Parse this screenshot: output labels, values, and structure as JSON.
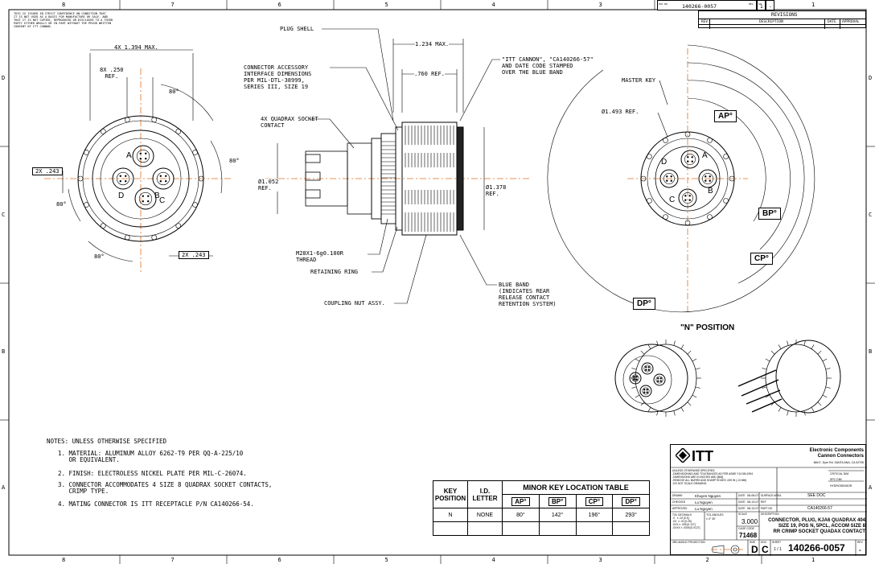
{
  "zones": {
    "top": [
      "8",
      "7",
      "6",
      "5",
      "4",
      "3",
      "2",
      "1"
    ],
    "side": [
      "D",
      "C",
      "B",
      "A"
    ]
  },
  "proprietary_notice": "THIS IS ISSUED IN STRICT CONFIDENCE ON CONDITION THAT\nIT IS NOT USED AS A BASIS FOR MANUFACTURE OR SALE, AND\nTHAT IT IS NOT COPIED, REPRODUCED OR DISCLOSED TO A THIRD\nPARTY EITHER WHOLLY OR IN PART WITHOUT THE PRIOR WRITTEN\nCONSENT OF ITT CANNON.",
  "top_block": {
    "doc_label": "DOC NO.",
    "doc_no": "140266-0057",
    "sh_label": "SH",
    "sh": "1",
    "rev_label": "REV",
    "rev": "-"
  },
  "revisions": {
    "title": "REVISIONS",
    "cols": [
      "REV",
      "DESCRIPTION",
      "DATE",
      "APPROVAL"
    ]
  },
  "front_view": {
    "dim_width": "4X 1.394 MAX.",
    "dim_250": "8X .250\nREF.",
    "angle_top": "80°",
    "angle_right": "80°",
    "angle_left": "80°",
    "angle_bottom": "80°",
    "dim_243_left": "2X .243",
    "dim_243_right": "2X .243",
    "contacts": [
      "A",
      "B",
      "C",
      "D"
    ]
  },
  "side_view": {
    "plug_shell": "PLUG SHELL",
    "accessory": "CONNECTOR ACCESSORY\nINTERFACE DIMENSIONS\nPER MIL-DTL-38999,\nSERIES III, SIZE 19",
    "socket_contact": "4X QUADRAX SOCKET\nCONTACT",
    "dim_1234": "1.234 MAX.",
    "dim_760": ".760 REF.",
    "stamp_note": "\"ITT CANNON\", \"CA140266-57\"\nAND DATE CODE STAMPED\nOVER THE BLUE BAND",
    "dia_1052": "Ø1.052\nREF.",
    "dia_1378": "Ø1.378\nREF.",
    "thread": "M28X1-6g0.100R\nTHREAD",
    "retaining_ring": "RETAINING RING",
    "coupling_nut": "COUPLING NUT ASSY.",
    "blue_band": "BLUE BAND\n(INDICATES REAR\nRELEASE CONTACT\nRETENTION SYSTEM)"
  },
  "polar_view": {
    "master_key": "MASTER KEY",
    "dia_1493": "Ø1.493 REF.",
    "ap": "AP°",
    "bp": "BP°",
    "cp": "CP°",
    "dp": "DP°",
    "contacts": [
      "A",
      "B",
      "C",
      "D"
    ],
    "position_title": "\"N\" POSITION"
  },
  "notes": {
    "header": "NOTES: UNLESS OTHERWISE SPECIFIED",
    "items": [
      "1. MATERIAL: ALUMINUM ALLOY 6262-T9 PER QQ-A-225/10\n   OR EQUIVALENT.",
      "2. FINISH: ELECTROLESS NICKEL PLATE PER MIL-C-26074.",
      "3. CONNECTOR ACCOMMODATES 4 SIZE 8 QUADRAX SOCKET CONTACTS,\n   CRIMP TYPE.",
      "4. MATING CONNECTOR IS ITT RECEPTACLE P/N CA140266-54."
    ]
  },
  "key_table": {
    "col_key": "KEY\nPOSITION",
    "col_id": "I.D.\nLETTER",
    "title": "MINOR KEY LOCATION TABLE",
    "angle_cols": [
      "AP°",
      "BP°",
      "CP°",
      "DP°"
    ],
    "rows": [
      {
        "key": "N",
        "id": "NONE",
        "ap": "80°",
        "bp": "142°",
        "cp": "196°",
        "dp": "293°"
      },
      {
        "key": "",
        "id": "",
        "ap": "",
        "bp": "",
        "cp": "",
        "dp": ""
      }
    ]
  },
  "title_block": {
    "logo": "ITT",
    "company": "Electronic Components\nCannon Connectors",
    "address": "666 E. Dyer Rd. SANTA ANA, CA 92705",
    "tolerance_note": "UNLESS OTHERWISE SPECIFIED:\n-DIMENSIONING AND TOLERANCES AS PER ASME Y14.5M-1994\n-DIMENSIONS ARE IN INCHES AND [MM].\n-REMOVE ALL BURRS AND SHARP EDGES .005 IN (.13 MM)\n-DO NOT SCALE DRAWING.",
    "critical_dim": "CRITICAL DIM",
    "spc_dim": "SPC DIM",
    "hydro": "HYDROSENSOR",
    "rows": [
      {
        "label": "DRAWN",
        "name": "Khuyen Nguyen",
        "date_label": "DATE",
        "date": "08-08-07",
        "extra_label": "SURFACE AREA",
        "extra": "SEE DOC"
      },
      {
        "label": "CHECKED",
        "name": "Lu Nguyen",
        "date_label": "DATE",
        "date": "08-13-07",
        "extra_label": "REF",
        "extra": ""
      },
      {
        "label": "APPROVED",
        "name": "Lu Nguyen",
        "date_label": "DATE",
        "date": "08-13-07",
        "extra_label": "PART NO",
        "extra": "CA140266-57"
      }
    ],
    "tol_block": "TOL DECIMALS\n.X   ± .02 [0.5]\n.XX  ± .01 [0.25]\n.XXX ± .005 [0.127]\n.XXXX ± .0005 [0.0127]",
    "tol_angles": "TOL ANGLES\n± 0° 30'",
    "scale_label": "SCALE",
    "scale": "3.000",
    "cage_label": "CAGE CODE",
    "cage": "71468",
    "desc_label": "DESCRIPTION",
    "description": "CONNECTOR, PLUG, KJA6 QUADRAX 404\nSIZE 19, POS N, 5PCL, ACCOM SIZE 8\nRR CRIMP SOCKET QUADAX CONTACT",
    "projection": "3RD ANGLE PROJECTION",
    "size_label": "SIZE",
    "size": "D",
    "doc_label": "DOC",
    "doc": "C",
    "sheet_label": "SHEET",
    "sheet": "1 / 1",
    "dwg_no": "140266-0057",
    "rev_label": "REV",
    "rev": "-"
  }
}
